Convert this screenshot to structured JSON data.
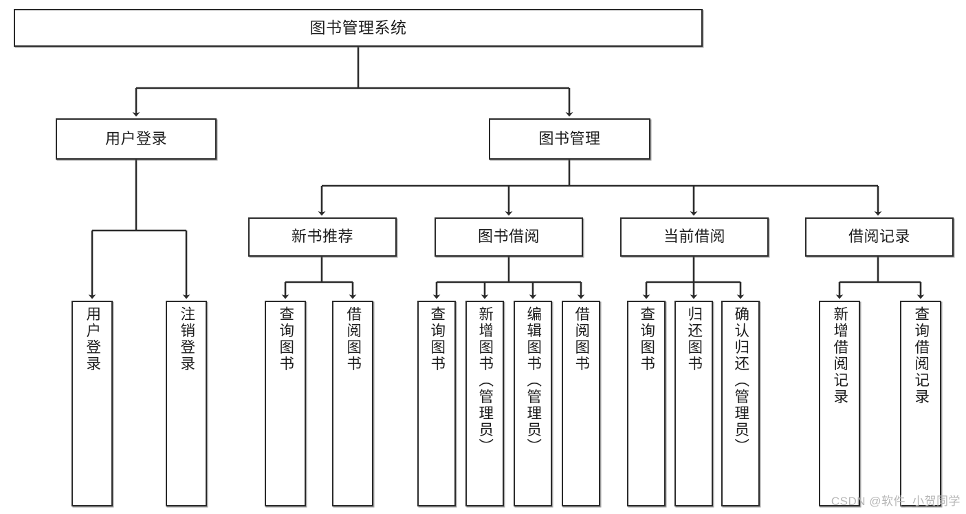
{
  "diagram": {
    "title": "图书管理系统",
    "type": "hierarchy-tree",
    "watermark": "CSDN @软件_小贺同学",
    "colors": {
      "box_border": "#2b2b2b",
      "box_fill": "#ffffff",
      "connector": "#2b2b2b",
      "text": "#1d1d1d",
      "watermark": "#b6b6b6",
      "background": "#ffffff"
    },
    "nodes": {
      "root": {
        "label": "图书管理系统",
        "level": 1
      },
      "user_login": {
        "label": "用户登录",
        "level": 2
      },
      "book_manage": {
        "label": "图书管理",
        "level": 2
      },
      "new_book_rec": {
        "label": "新书推荐",
        "level": 3
      },
      "book_borrow": {
        "label": "图书借阅",
        "level": 3
      },
      "current_borrow": {
        "label": "当前借阅",
        "level": 3
      },
      "borrow_record": {
        "label": "借阅记录",
        "level": 3
      },
      "leaf_user_login": {
        "label": "用户登录",
        "level": 4
      },
      "leaf_user_logout": {
        "label": "注销登录",
        "level": 4
      },
      "leaf_query_book_1": {
        "label": "查询图书",
        "level": 4
      },
      "leaf_borrow_book_1": {
        "label": "借阅图书",
        "level": 4
      },
      "leaf_query_book_2": {
        "label": "查询图书",
        "level": 4
      },
      "leaf_add_book": {
        "label": "新增图书（管理员）",
        "level": 4
      },
      "leaf_edit_book": {
        "label": "编辑图书（管理员）",
        "level": 4
      },
      "leaf_borrow_book_2": {
        "label": "借阅图书",
        "level": 4
      },
      "leaf_query_book_3": {
        "label": "查询图书",
        "level": 4
      },
      "leaf_return_book": {
        "label": "归还图书",
        "level": 4
      },
      "leaf_confirm_return": {
        "label": "确认归还（管理员）",
        "level": 4
      },
      "leaf_add_record": {
        "label": "新增借阅记录",
        "level": 4
      },
      "leaf_query_record": {
        "label": "查询借阅记录",
        "level": 4
      }
    },
    "edges": [
      {
        "from": "root",
        "to": "user_login"
      },
      {
        "from": "root",
        "to": "book_manage"
      },
      {
        "from": "book_manage",
        "to": "new_book_rec"
      },
      {
        "from": "book_manage",
        "to": "book_borrow"
      },
      {
        "from": "book_manage",
        "to": "current_borrow"
      },
      {
        "from": "book_manage",
        "to": "borrow_record"
      },
      {
        "from": "user_login",
        "to": "leaf_user_login"
      },
      {
        "from": "user_login",
        "to": "leaf_user_logout"
      },
      {
        "from": "new_book_rec",
        "to": "leaf_query_book_1"
      },
      {
        "from": "new_book_rec",
        "to": "leaf_borrow_book_1"
      },
      {
        "from": "book_borrow",
        "to": "leaf_query_book_2"
      },
      {
        "from": "book_borrow",
        "to": "leaf_add_book"
      },
      {
        "from": "book_borrow",
        "to": "leaf_edit_book"
      },
      {
        "from": "book_borrow",
        "to": "leaf_borrow_book_2"
      },
      {
        "from": "current_borrow",
        "to": "leaf_query_book_3"
      },
      {
        "from": "current_borrow",
        "to": "leaf_return_book"
      },
      {
        "from": "current_borrow",
        "to": "leaf_confirm_return"
      },
      {
        "from": "borrow_record",
        "to": "leaf_add_record"
      },
      {
        "from": "borrow_record",
        "to": "leaf_query_record"
      }
    ]
  }
}
